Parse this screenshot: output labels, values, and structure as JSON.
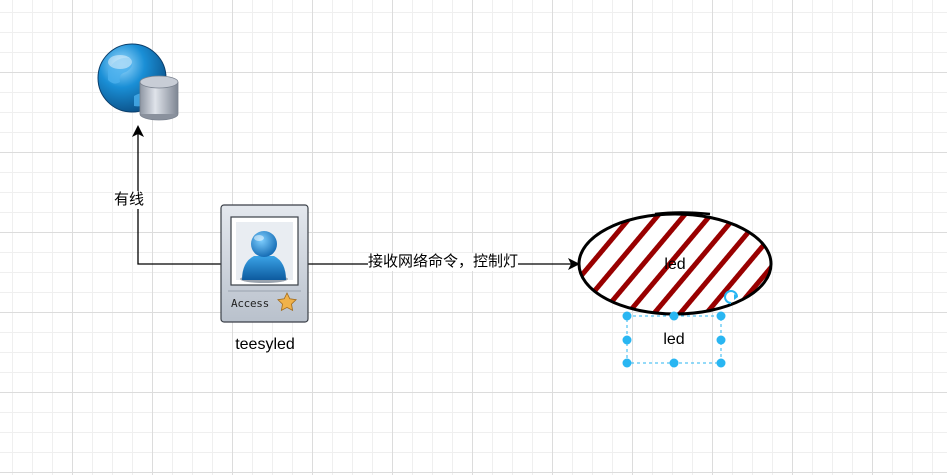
{
  "nodes": {
    "server": {
      "icon": "globe-database-icon"
    },
    "user": {
      "icon": "access-badge-icon",
      "badge_text": "Access",
      "label": "teesyled"
    },
    "led": {
      "label": "led",
      "fill_color": "#990000",
      "stroke_color": "#000000"
    },
    "led_text": {
      "label": "led"
    }
  },
  "edges": {
    "wired": {
      "label": "有线"
    },
    "command": {
      "label": "接收网络命令，控制灯"
    }
  },
  "colors": {
    "selection": "#29b6f2",
    "globe": "#1a8fd6"
  }
}
